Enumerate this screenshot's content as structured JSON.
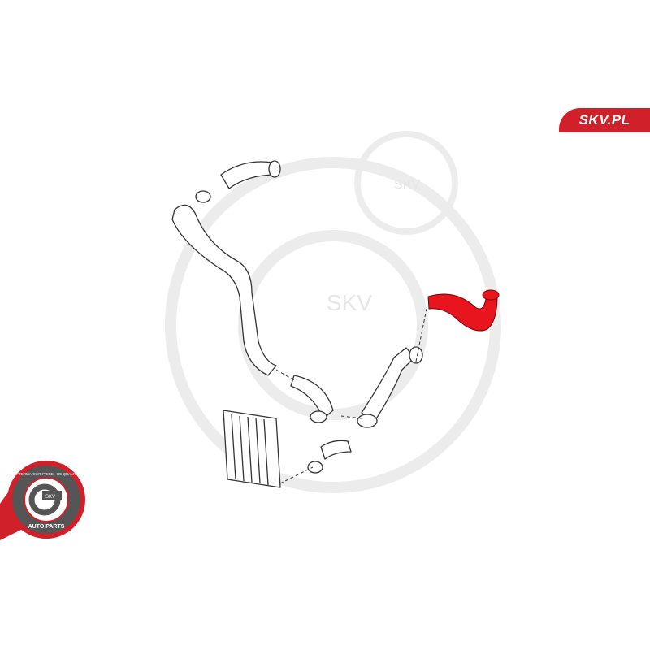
{
  "brand": {
    "tag_label": "SKV.PL",
    "accent": "#d0202a"
  },
  "watermark": {
    "text_small": "SKV",
    "text_large": "SKV"
  },
  "badge": {
    "top_text": "AFTERMARKET PRICE · OE QUALITY",
    "center_text": "SKV",
    "bottom_text": "AUTO PARTS"
  },
  "diagram": {
    "highlighted_part": "charge-air-hose",
    "highlight_color": "#e8141e"
  }
}
